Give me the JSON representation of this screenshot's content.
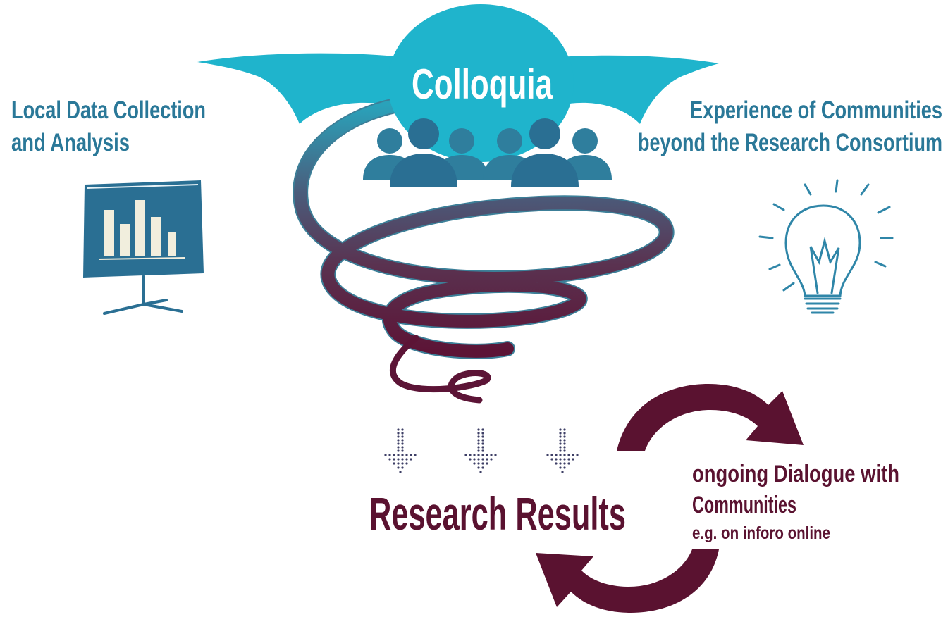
{
  "labels": {
    "colloquia": "Colloquia",
    "local_line1": "Local Data Collection",
    "local_line2": "and Analysis",
    "experience_line1": "Experience of Communities",
    "experience_line2": "beyond the Research Consortium",
    "research_results": "Research Results",
    "dialogue_line1": "ongoing Dialogue with",
    "dialogue_line2": "Communities",
    "dialogue_line3": "e.g. on inforo online"
  },
  "icons": {
    "presentation": "presentation-board-icon",
    "people": "people-group-icon",
    "idea": "lightbulb-icon",
    "cycle": "cycle-arrows-icon",
    "down": "dotted-down-arrow-icon"
  },
  "colors": {
    "teal": "#1fb4cc",
    "blue": "#2a6f93",
    "maroon": "#5a1230",
    "spiral_dark": "#5e2a46"
  }
}
